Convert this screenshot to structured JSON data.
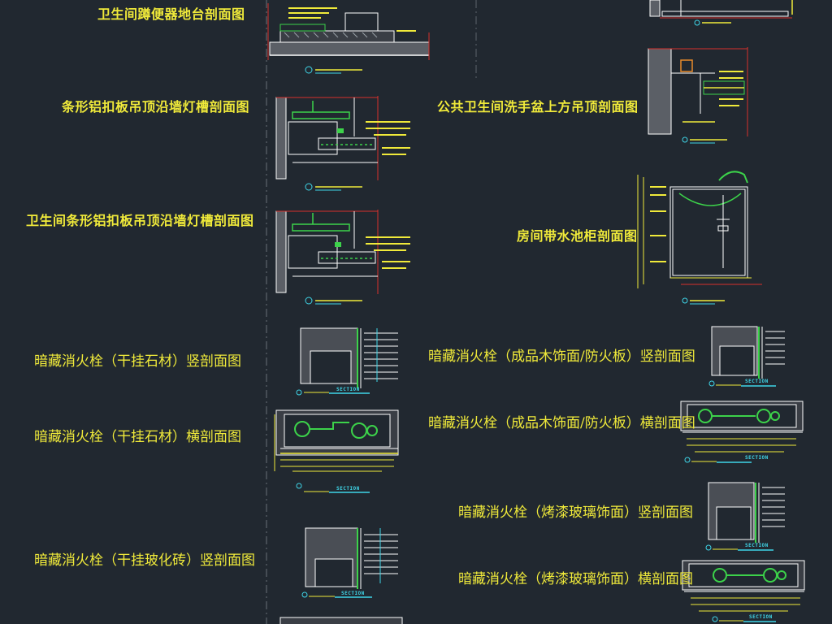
{
  "colors": {
    "background": "#212830",
    "label": "#f0ea3a",
    "wall": "#ffffff",
    "yellow": "#f0ea3a",
    "green": "#3cd24a",
    "red": "#d8312c",
    "cyan": "#3fd6e8",
    "magenta": "#d24ad8",
    "grey": "#8a8f96"
  },
  "labels": {
    "toilet_platform": "卫生间蹲便器地台剖面图",
    "strip_ceiling": "条形铝扣板吊顶沿墙灯槽剖面图",
    "toilet_strip_ceiling": "卫生间条形铝扣板吊顶沿墙灯槽剖面图",
    "public_basin_ceiling": "公共卫生间洗手盆上方吊顶剖面图",
    "room_sink_cabinet": "房间带水池柜剖面图",
    "fire_stone_vertical": "暗藏消火栓（干挂石材）竖剖面图",
    "fire_stone_horizontal": "暗藏消火栓（干挂石材）横剖面图",
    "fire_tile_vertical": "暗藏消火栓（干挂玻化砖）竖剖面图",
    "fire_wood_vertical": "暗藏消火栓（成品木饰面/防火板）竖剖面图",
    "fire_wood_horizontal": "暗藏消火栓（成品木饰面/防火板）横剖面图",
    "fire_glass_vertical": "暗藏消火栓（烤漆玻璃饰面）竖剖面图",
    "fire_glass_horizontal": "暗藏消火栓（烤漆玻璃饰面）横剖面图"
  },
  "section_tag": "SECTION"
}
